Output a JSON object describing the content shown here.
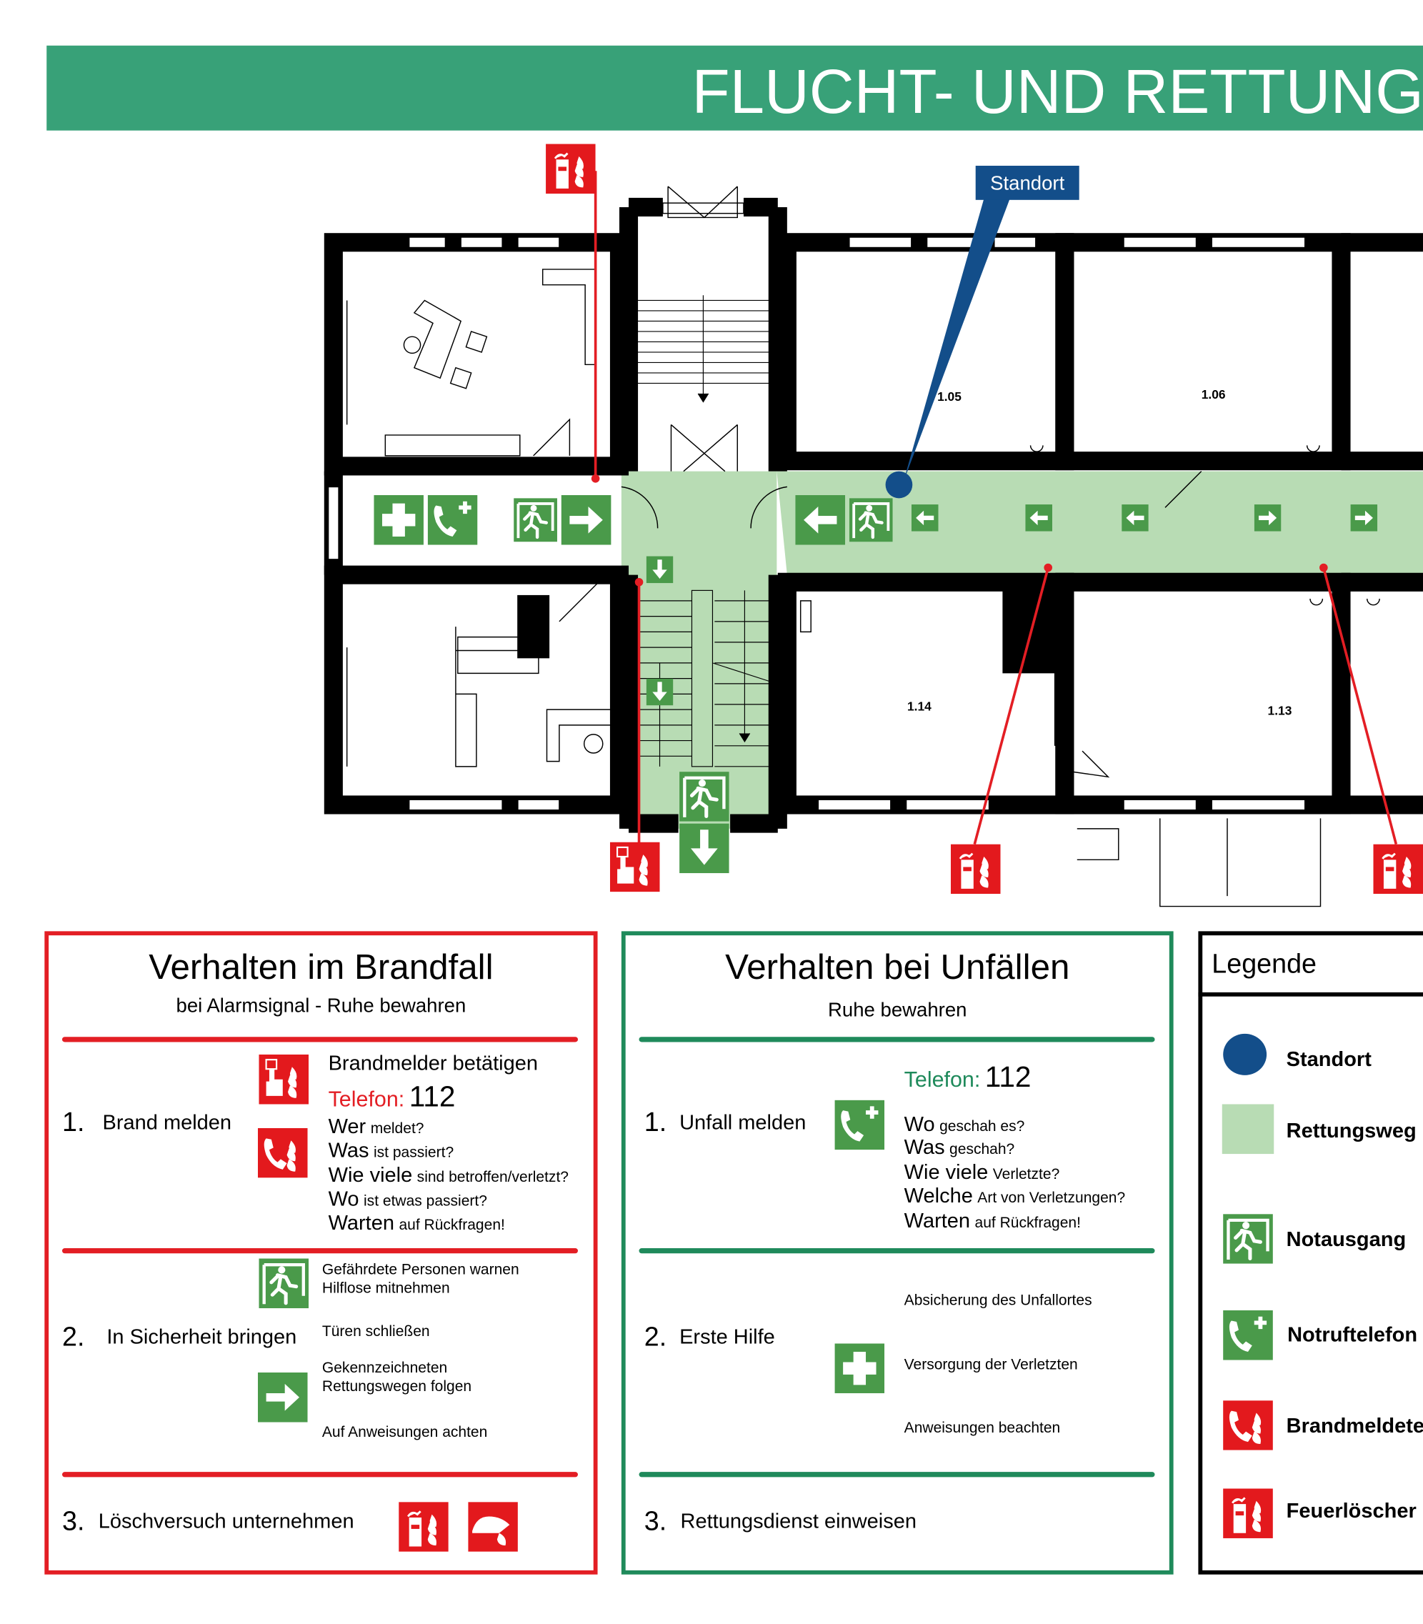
{
  "header": {
    "title": "FLUCHT- UND RETTUNG"
  },
  "plan": {
    "standort_label": "Standort",
    "rooms": [
      "1.05",
      "1.06",
      "1.14",
      "1.13"
    ]
  },
  "fire": {
    "title": "Verhalten im Brandfall",
    "subtitle": "bei Alarmsignal - Ruhe bewahren",
    "step1": {
      "num": "1.",
      "label": "Brand melden",
      "action": "Brandmelder betätigen",
      "tel_label": "Telefon:",
      "tel_number": "112",
      "questions": [
        {
          "w": "Wer",
          "q": "meldet?"
        },
        {
          "w": "Was",
          "q": "ist passiert?"
        },
        {
          "w": "Wie viele",
          "q": "sind betroffen/verletzt?"
        },
        {
          "w": "Wo",
          "q": "ist etwas passiert?"
        },
        {
          "w": "Warten",
          "q": "auf Rückfragen!"
        }
      ]
    },
    "step2": {
      "num": "2.",
      "label": "In Sicherheit bringen",
      "lines": [
        "Gefährdete Personen warnen",
        "Hilflose mitnehmen",
        "Türen schließen",
        "Gekennzeichneten",
        "Rettungswegen folgen",
        "Auf Anweisungen achten"
      ]
    },
    "step3": {
      "num": "3.",
      "label": "Löschversuch unternehmen"
    }
  },
  "accident": {
    "title": "Verhalten bei Unfällen",
    "subtitle": "Ruhe bewahren",
    "step1": {
      "num": "1.",
      "label": "Unfall melden",
      "tel_label": "Telefon:",
      "tel_number": "112",
      "questions": [
        {
          "w": "Wo",
          "q": "geschah es?"
        },
        {
          "w": "Was",
          "q": "geschah?"
        },
        {
          "w": "Wie viele",
          "q": "Verletzte?"
        },
        {
          "w": "Welche",
          "q": "Art von Verletzungen?"
        },
        {
          "w": "Warten",
          "q": "auf Rückfragen!"
        }
      ]
    },
    "step2": {
      "num": "2.",
      "label": "Erste Hilfe",
      "lines": [
        "Absicherung des Unfallortes",
        "Versorgung der Verletzten",
        "Anweisungen beachten"
      ]
    },
    "step3": {
      "num": "3.",
      "label": "Rettungsdienst einweisen"
    }
  },
  "legend": {
    "title": "Legende",
    "items": [
      "Standort",
      "Rettungsweg",
      "Notausgang",
      "Notruftelefon",
      "Brandmeldetel",
      "Feuerlöscher"
    ]
  },
  "colors": {
    "header": "#38a178",
    "route": "#b8dcb4",
    "sign_green": "#4a9a4a",
    "sign_red": "#e3191d",
    "standort": "#134e8a"
  }
}
